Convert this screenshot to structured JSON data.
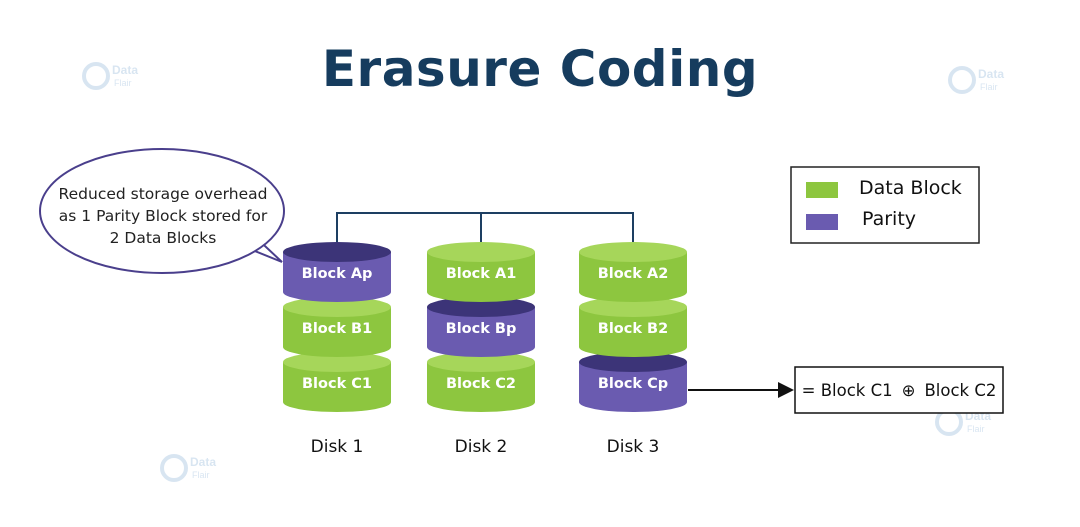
{
  "title": "Erasure Coding",
  "watermark": {
    "brand": "Data",
    "sub": "Flair"
  },
  "callout": {
    "lines": [
      "Reduced storage overhead",
      "as 1 Parity Block stored for",
      "2 Data Blocks"
    ]
  },
  "legend": {
    "items": [
      {
        "label": "Data Block",
        "color": "#8dc63f"
      },
      {
        "label": "Parity",
        "color": "#6a5bb0"
      }
    ]
  },
  "disks": [
    {
      "label": "Disk 1",
      "blocks": [
        {
          "label": "Block Ap",
          "type": "parity"
        },
        {
          "label": "Block B1",
          "type": "data"
        },
        {
          "label": "Block C1",
          "type": "data"
        }
      ]
    },
    {
      "label": "Disk 2",
      "blocks": [
        {
          "label": "Block A1",
          "type": "data"
        },
        {
          "label": "Block Bp",
          "type": "parity"
        },
        {
          "label": "Block C2",
          "type": "data"
        }
      ]
    },
    {
      "label": "Disk 3",
      "blocks": [
        {
          "label": "Block A2",
          "type": "data"
        },
        {
          "label": "Block B2",
          "type": "data"
        },
        {
          "label": "Block Cp",
          "type": "parity"
        }
      ]
    }
  ],
  "formula": {
    "prefix": "= Block C1",
    "operator": "⊕",
    "suffix": "Block C2"
  }
}
